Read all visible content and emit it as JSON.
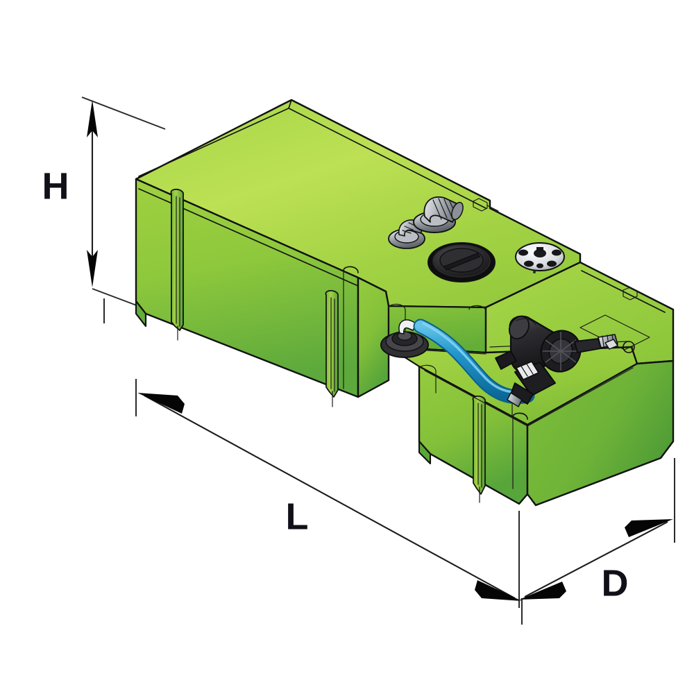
{
  "document": {
    "kind": "technical-line-drawing",
    "subject": "Rigid plastic water tank with integrated pressure pump",
    "view": "isometric",
    "background_color": "#ffffff"
  },
  "dimensions": {
    "height": {
      "label": "H",
      "orientation": "vertical",
      "arrow_ends": "both"
    },
    "length": {
      "label": "L",
      "orientation": "diagonal-down-right",
      "arrow_ends": "both"
    },
    "depth": {
      "label": "D",
      "orientation": "diagonal-up-right",
      "arrow_ends": "both"
    }
  },
  "colors": {
    "tank_top_light": "#b6dd4c",
    "tank_top_mid": "#9cd13f",
    "tank_front_light": "#9ccf3d",
    "tank_front_dark": "#5fae3f",
    "tank_side_light": "#8ec93a",
    "tank_side_dark": "#4f9f38",
    "tank_well_shade": "#7cbf3a",
    "outline": "#111111",
    "fitting_grey_light": "#e6e8ea",
    "fitting_grey_mid": "#9aa0a6",
    "fitting_grey_dark": "#5c6268",
    "cap_black": "#2a2a2c",
    "cap_black_dark": "#141416",
    "hose_blue_light": "#4fb6e0",
    "hose_blue": "#1b8fc4",
    "hose_blue_dark": "#0d6f9e",
    "pump_body_black": "#222225",
    "sender_silver": "#f0f1f2",
    "label_black": "#111018"
  },
  "components": {
    "tank": {
      "name": "water-tank-body",
      "material": "polyethylene",
      "features": [
        "stepped-top",
        "recessed-pump-well",
        "vertical-reinforcing-ribs",
        "chamfered-bottom-corners"
      ]
    },
    "fittings": [
      {
        "id": "elbow-fitting-large",
        "type": "threaded-elbow",
        "color": "grey",
        "location": "upper-deck"
      },
      {
        "id": "elbow-fitting-small",
        "type": "threaded-elbow",
        "color": "grey",
        "location": "upper-deck"
      },
      {
        "id": "inspection-cap",
        "type": "screw-cap",
        "color": "black",
        "location": "upper-deck-center"
      },
      {
        "id": "level-sender",
        "type": "bolted-flange-disc",
        "color": "silver",
        "location": "upper-deck-right"
      },
      {
        "id": "outlet-flange",
        "type": "bolted-flange-outlet",
        "color": "black",
        "location": "recessed-step"
      }
    ],
    "pump": {
      "id": "pressure-pump",
      "type": "diaphragm-pump",
      "color": "black",
      "parts": [
        "motor-cylinder",
        "pump-head",
        "inline-strainer",
        "outlet-port",
        "inlet-port"
      ],
      "location": "recessed-well"
    },
    "hose": {
      "id": "suction-hose",
      "color": "blue",
      "connects": [
        "outlet-flange",
        "pump-inlet"
      ]
    }
  }
}
